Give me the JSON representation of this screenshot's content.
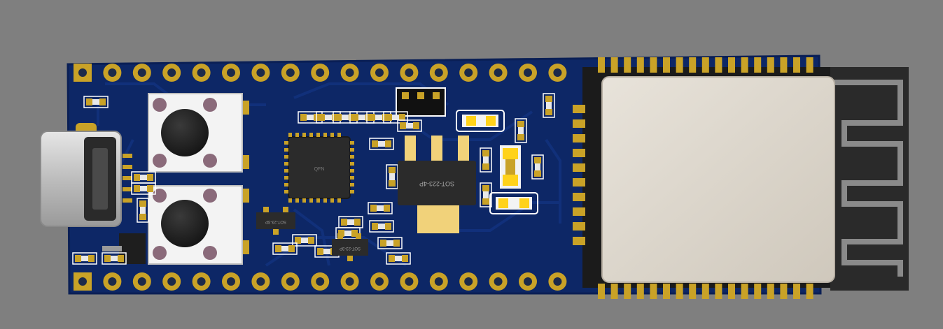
{
  "scene": {
    "subject": "pcb-3d-render",
    "colors": {
      "background": "#7f7f7f",
      "pcb": "#0d2766",
      "pcb_edge": "#0a1f55",
      "pad_gold": "#c9a227",
      "pad_gold_dark": "#8d6d12",
      "silk": "#ffffff",
      "module_shield": "#ddd7cc",
      "antenna_dark": "#2a2a2a",
      "antenna_trace": "#8a8a8a",
      "usb_metal": "#bdbdbd",
      "ic_black": "#2b2b2b",
      "button_body": "#f3f3f3",
      "button_cap": "#1f1f1f",
      "button_post": "#8a6a7a",
      "led_yellow": "#ffd21a"
    },
    "labels": {
      "regulator_marking": "SOT-223-4P",
      "mcu_marking": "QFN",
      "sot1_marking": "SOT-23-3P",
      "sot2_marking": "SOT-23-3P"
    }
  }
}
